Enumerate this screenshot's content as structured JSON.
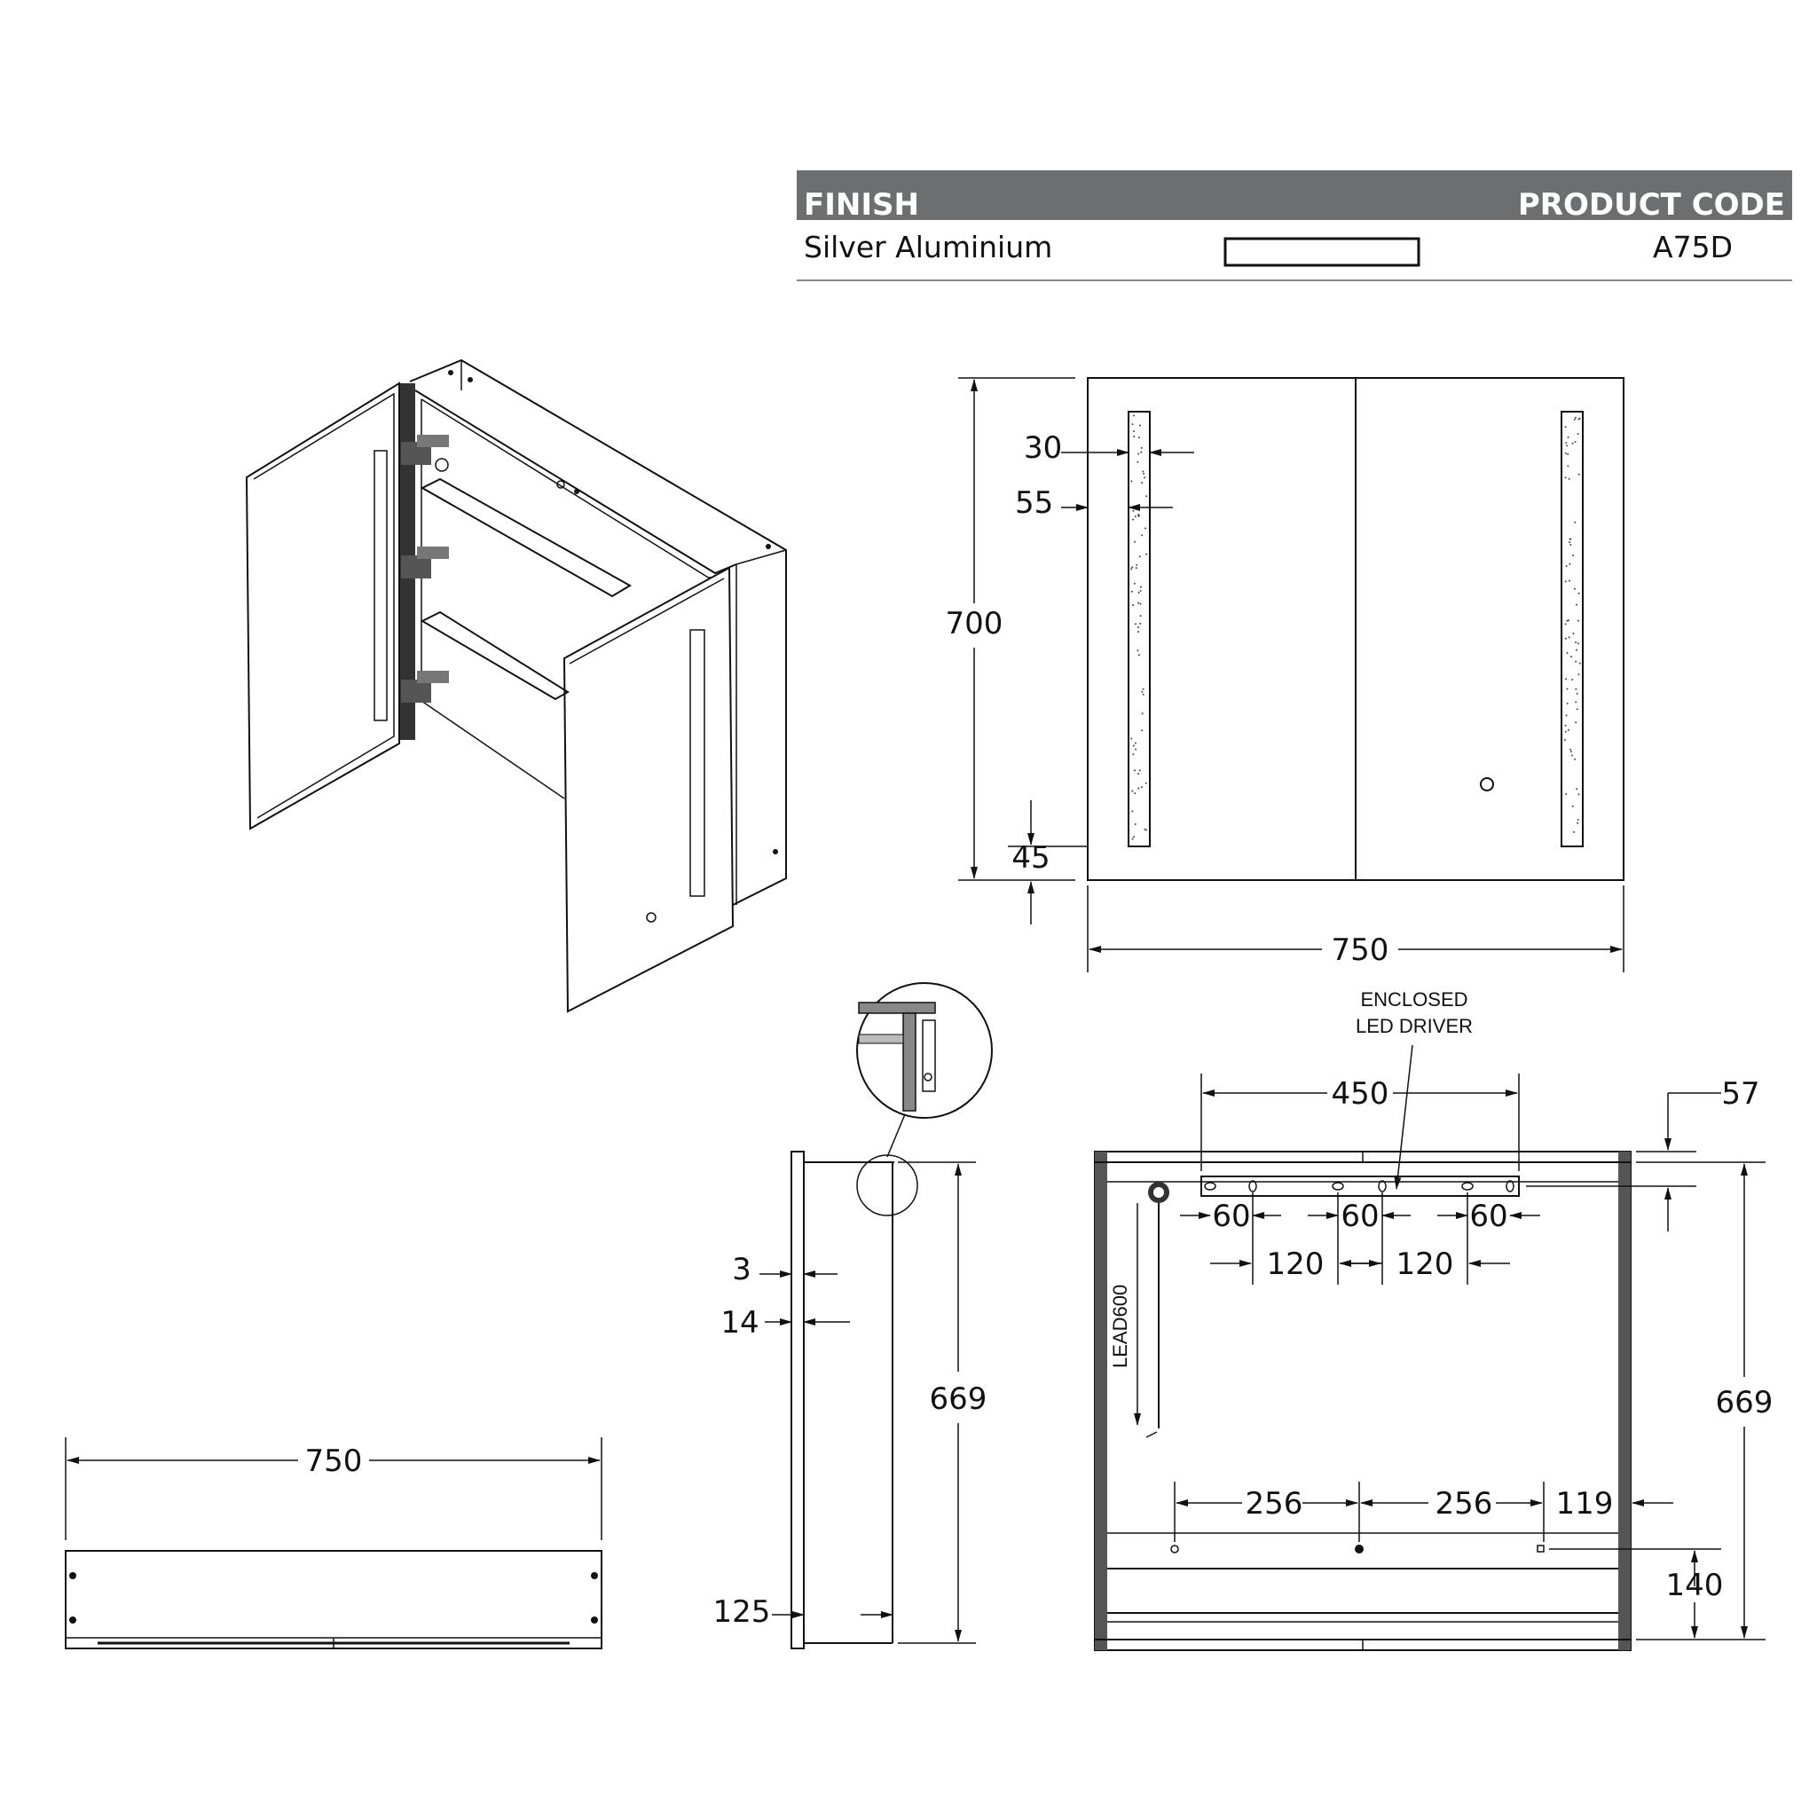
{
  "table": {
    "header_left": "FINISH",
    "header_right": "PRODUCT CODE",
    "finish": "Silver Aluminium",
    "product_code": "A75D",
    "header_color": "#6d6e70"
  },
  "front_view": {
    "strip_width": "30",
    "strip_top_offset": "55",
    "height": "700",
    "strip_bottom_offset": "45",
    "width": "750"
  },
  "side_view": {
    "glass": "3",
    "door": "14",
    "height": "669",
    "depth": "125"
  },
  "bottom_view": {
    "width": "750"
  },
  "rear_view": {
    "driver_label_line1": "ENCLOSED",
    "driver_label_line2": "LED DRIVER",
    "bracket_width": "450",
    "top_offset": "57",
    "hole_spacing_a1": "60",
    "hole_spacing_a2": "60",
    "hole_spacing_a3": "60",
    "hole_spacing_b1": "120",
    "hole_spacing_b2": "120",
    "lead": "LEAD600",
    "height": "669",
    "bottom_spacing_1": "256",
    "bottom_spacing_2": "256",
    "bottom_side_offset": "119",
    "bottom_height": "140"
  }
}
